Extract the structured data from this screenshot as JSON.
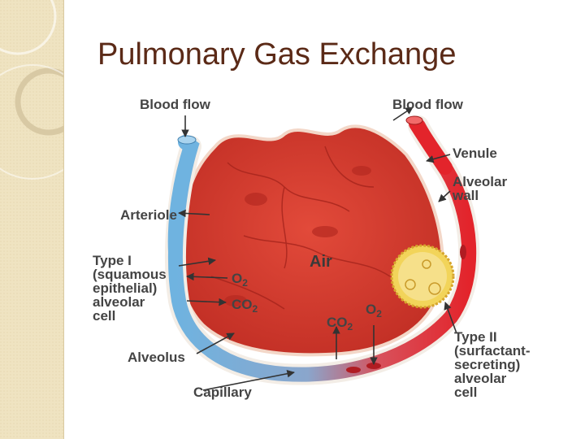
{
  "slide": {
    "title": "Pulmonary Gas Exchange"
  },
  "diagram": {
    "labels": {
      "blood_flow_left": "Blood flow",
      "blood_flow_right": "Blood flow",
      "venule": "Venule",
      "alveolar_wall": [
        "Alveolar",
        "wall"
      ],
      "arteriole": "Arteriole",
      "type1": [
        "Type I",
        "(squamous",
        "epithelial)",
        "alveolar",
        "cell"
      ],
      "air": "Air",
      "o2_left": {
        "base": "O",
        "sub": "2"
      },
      "co2_left": {
        "base": "CO",
        "sub": "2"
      },
      "co2_bottom": {
        "base": "CO",
        "sub": "2"
      },
      "o2_bottom": {
        "base": "O",
        "sub": "2"
      },
      "alveolus": "Alveolus",
      "capillary": "Capillary",
      "type2": [
        "Type II",
        "(surfactant-",
        "secreting)",
        "alveolar",
        "cell"
      ]
    },
    "colors": {
      "arteriole_blue": "#6fb3e0",
      "venule_red": "#e3242b",
      "alveolus_red": "#d23a2e",
      "surfactant_yellow": "#f2d45a",
      "label_gray": "#444444"
    }
  }
}
